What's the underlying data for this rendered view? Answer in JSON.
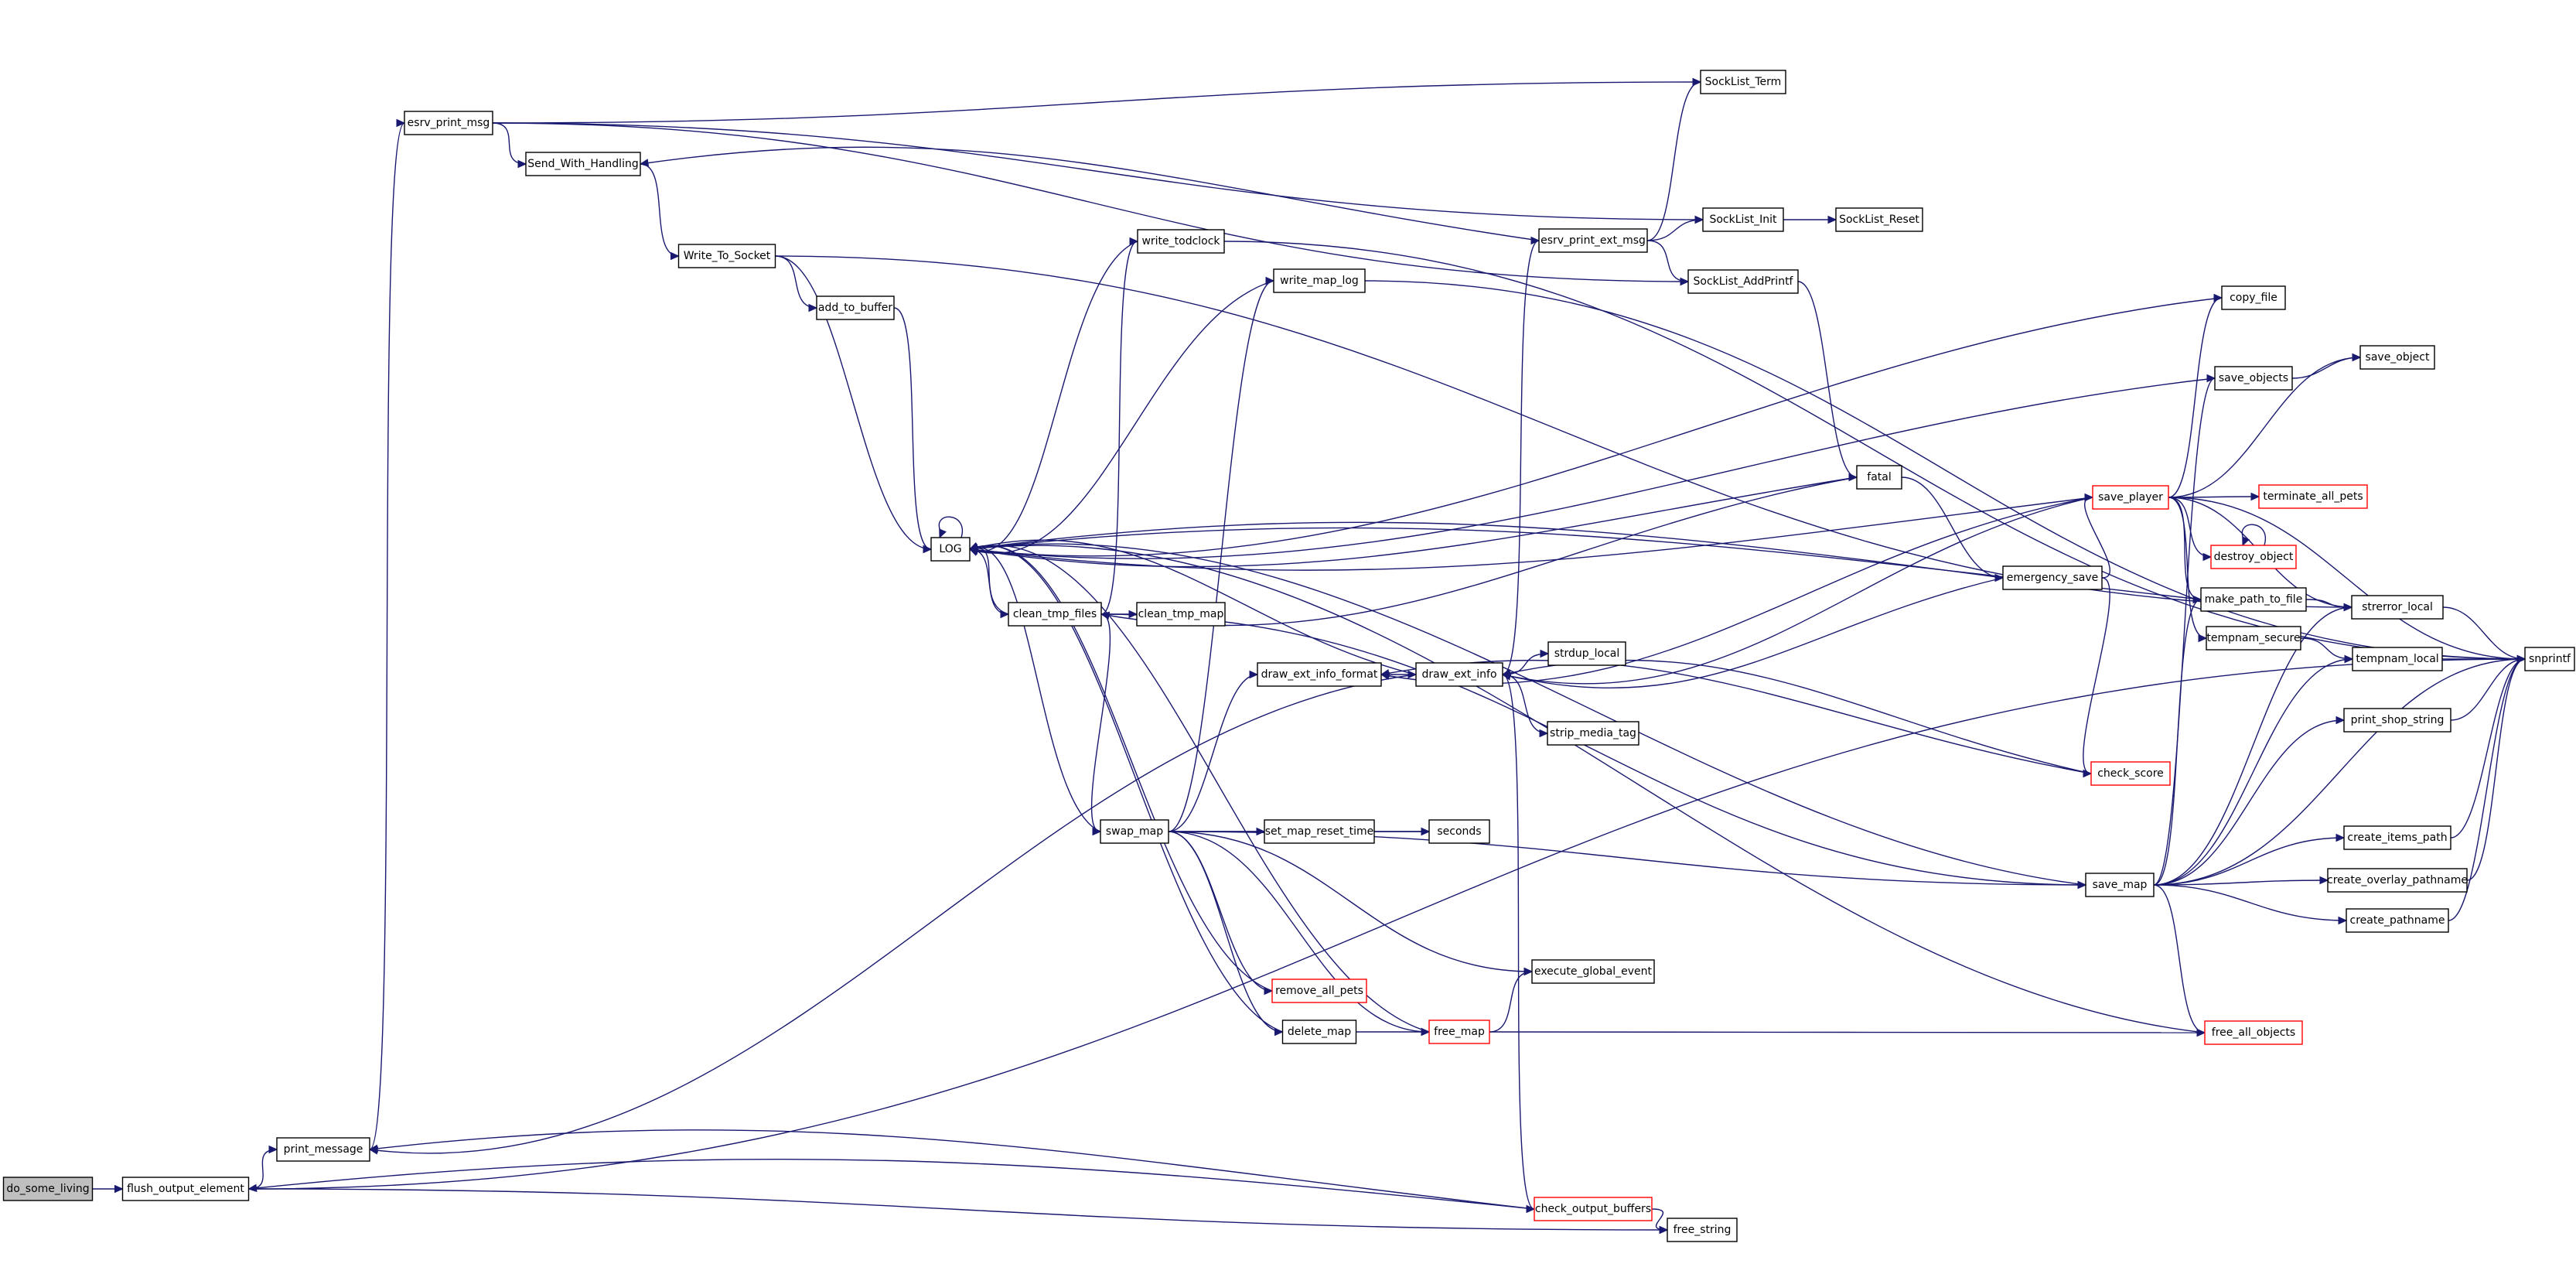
{
  "colors": {
    "edge": "#191970",
    "node_border": "#000000",
    "node_border_truncated": "#ff0000",
    "node_fill": "#ffffff",
    "root_fill": "#bfbfbf"
  },
  "nodes": [
    {
      "id": "do_some_living",
      "label": "do_some_living",
      "style": "root"
    },
    {
      "id": "flush_output_element",
      "label": "flush_output_element",
      "style": "normal"
    },
    {
      "id": "print_message",
      "label": "print_message",
      "style": "normal"
    },
    {
      "id": "esrv_print_msg",
      "label": "esrv_print_msg",
      "style": "normal"
    },
    {
      "id": "Send_With_Handling",
      "label": "Send_With_Handling",
      "style": "normal"
    },
    {
      "id": "Write_To_Socket",
      "label": "Write_To_Socket",
      "style": "normal"
    },
    {
      "id": "add_to_buffer",
      "label": "add_to_buffer",
      "style": "normal"
    },
    {
      "id": "LOG",
      "label": "LOG",
      "style": "normal"
    },
    {
      "id": "write_todclock",
      "label": "write_todclock",
      "style": "normal"
    },
    {
      "id": "write_map_log",
      "label": "write_map_log",
      "style": "normal"
    },
    {
      "id": "clean_tmp_files",
      "label": "clean_tmp_files",
      "style": "normal"
    },
    {
      "id": "clean_tmp_map",
      "label": "clean_tmp_map",
      "style": "normal"
    },
    {
      "id": "swap_map",
      "label": "swap_map",
      "style": "normal"
    },
    {
      "id": "draw_ext_info_format",
      "label": "draw_ext_info_format",
      "style": "normal"
    },
    {
      "id": "draw_ext_info",
      "label": "draw_ext_info",
      "style": "normal"
    },
    {
      "id": "strdup_local",
      "label": "strdup_local",
      "style": "normal"
    },
    {
      "id": "strip_media_tag",
      "label": "strip_media_tag",
      "style": "normal"
    },
    {
      "id": "set_map_reset_time",
      "label": "set_map_reset_time",
      "style": "normal"
    },
    {
      "id": "seconds",
      "label": "seconds",
      "style": "normal"
    },
    {
      "id": "remove_all_pets",
      "label": "remove_all_pets",
      "style": "truncated"
    },
    {
      "id": "delete_map",
      "label": "delete_map",
      "style": "normal"
    },
    {
      "id": "free_map",
      "label": "free_map",
      "style": "truncated"
    },
    {
      "id": "execute_global_event",
      "label": "execute_global_event",
      "style": "normal"
    },
    {
      "id": "check_output_buffers",
      "label": "check_output_buffers",
      "style": "truncated"
    },
    {
      "id": "free_string",
      "label": "free_string",
      "style": "normal"
    },
    {
      "id": "esrv_print_ext_msg",
      "label": "esrv_print_ext_msg",
      "style": "normal"
    },
    {
      "id": "SockList_Term",
      "label": "SockList_Term",
      "style": "normal"
    },
    {
      "id": "SockList_Init",
      "label": "SockList_Init",
      "style": "normal"
    },
    {
      "id": "SockList_Reset",
      "label": "SockList_Reset",
      "style": "normal"
    },
    {
      "id": "SockList_AddPrintf",
      "label": "SockList_AddPrintf",
      "style": "normal"
    },
    {
      "id": "fatal",
      "label": "fatal",
      "style": "normal"
    },
    {
      "id": "emergency_save",
      "label": "emergency_save",
      "style": "normal"
    },
    {
      "id": "check_score",
      "label": "check_score",
      "style": "truncated"
    },
    {
      "id": "save_player",
      "label": "save_player",
      "style": "truncated"
    },
    {
      "id": "copy_file",
      "label": "copy_file",
      "style": "normal"
    },
    {
      "id": "save_objects",
      "label": "save_objects",
      "style": "normal"
    },
    {
      "id": "save_object",
      "label": "save_object",
      "style": "normal"
    },
    {
      "id": "terminate_all_pets",
      "label": "terminate_all_pets",
      "style": "truncated"
    },
    {
      "id": "destroy_object",
      "label": "destroy_object",
      "style": "truncated"
    },
    {
      "id": "make_path_to_file",
      "label": "make_path_to_file",
      "style": "normal"
    },
    {
      "id": "tempnam_secure",
      "label": "tempnam_secure",
      "style": "normal"
    },
    {
      "id": "strerror_local",
      "label": "strerror_local",
      "style": "normal"
    },
    {
      "id": "tempnam_local",
      "label": "tempnam_local",
      "style": "normal"
    },
    {
      "id": "snprintf",
      "label": "snprintf",
      "style": "normal"
    },
    {
      "id": "print_shop_string",
      "label": "print_shop_string",
      "style": "normal"
    },
    {
      "id": "save_map",
      "label": "save_map",
      "style": "normal"
    },
    {
      "id": "create_items_path",
      "label": "create_items_path",
      "style": "normal"
    },
    {
      "id": "create_overlay_pathname",
      "label": "create_overlay_pathname",
      "style": "normal"
    },
    {
      "id": "create_pathname",
      "label": "create_pathname",
      "style": "normal"
    },
    {
      "id": "free_all_objects",
      "label": "free_all_objects",
      "style": "truncated"
    }
  ],
  "edges": [
    [
      "do_some_living",
      "flush_output_element"
    ],
    [
      "flush_output_element",
      "print_message"
    ],
    [
      "flush_output_element",
      "snprintf"
    ],
    [
      "flush_output_element",
      "free_string"
    ],
    [
      "print_message",
      "esrv_print_msg"
    ],
    [
      "esrv_print_msg",
      "Send_With_Handling"
    ],
    [
      "esrv_print_msg",
      "SockList_Term"
    ],
    [
      "esrv_print_msg",
      "SockList_Init"
    ],
    [
      "esrv_print_msg",
      "SockList_AddPrintf"
    ],
    [
      "Send_With_Handling",
      "Write_To_Socket"
    ],
    [
      "Write_To_Socket",
      "add_to_buffer"
    ],
    [
      "Write_To_Socket",
      "LOG"
    ],
    [
      "Write_To_Socket",
      "strerror_local"
    ],
    [
      "add_to_buffer",
      "LOG"
    ],
    [
      "LOG",
      "LOG"
    ],
    [
      "LOG",
      "clean_tmp_files"
    ],
    [
      "write_todclock",
      "LOG"
    ],
    [
      "write_todclock",
      "snprintf"
    ],
    [
      "write_map_log",
      "LOG"
    ],
    [
      "write_map_log",
      "snprintf"
    ],
    [
      "clean_tmp_files",
      "LOG"
    ],
    [
      "clean_tmp_files",
      "write_todclock"
    ],
    [
      "clean_tmp_files",
      "clean_tmp_map"
    ],
    [
      "clean_tmp_files",
      "swap_map"
    ],
    [
      "clean_tmp_files",
      "save_map"
    ],
    [
      "swap_map",
      "LOG"
    ],
    [
      "swap_map",
      "write_map_log"
    ],
    [
      "swap_map",
      "draw_ext_info_format"
    ],
    [
      "swap_map",
      "set_map_reset_time"
    ],
    [
      "swap_map",
      "seconds"
    ],
    [
      "swap_map",
      "remove_all_pets"
    ],
    [
      "swap_map",
      "delete_map"
    ],
    [
      "swap_map",
      "free_map"
    ],
    [
      "swap_map",
      "execute_global_event"
    ],
    [
      "swap_map",
      "save_map"
    ],
    [
      "set_map_reset_time",
      "seconds"
    ],
    [
      "remove_all_pets",
      "LOG"
    ],
    [
      "delete_map",
      "LOG"
    ],
    [
      "delete_map",
      "free_map"
    ],
    [
      "free_map",
      "LOG"
    ],
    [
      "free_map",
      "execute_global_event"
    ],
    [
      "free_map",
      "free_all_objects"
    ],
    [
      "draw_ext_info_format",
      "draw_ext_info"
    ],
    [
      "draw_ext_info",
      "LOG"
    ],
    [
      "draw_ext_info",
      "print_message"
    ],
    [
      "draw_ext_info",
      "esrv_print_ext_msg"
    ],
    [
      "draw_ext_info",
      "strdup_local"
    ],
    [
      "draw_ext_info",
      "strip_media_tag"
    ],
    [
      "draw_ext_info",
      "check_output_buffers"
    ],
    [
      "check_output_buffers",
      "print_message"
    ],
    [
      "check_output_buffers",
      "flush_output_element"
    ],
    [
      "check_output_buffers",
      "free_string"
    ],
    [
      "esrv_print_ext_msg",
      "SockList_Term"
    ],
    [
      "esrv_print_ext_msg",
      "SockList_Init"
    ],
    [
      "esrv_print_ext_msg",
      "SockList_AddPrintf"
    ],
    [
      "esrv_print_ext_msg",
      "Send_With_Handling"
    ],
    [
      "SockList_Init",
      "SockList_Reset"
    ],
    [
      "SockList_AddPrintf",
      "fatal"
    ],
    [
      "fatal",
      "LOG"
    ],
    [
      "fatal",
      "clean_tmp_files"
    ],
    [
      "fatal",
      "emergency_save"
    ],
    [
      "emergency_save",
      "LOG"
    ],
    [
      "emergency_save",
      "save_player"
    ],
    [
      "emergency_save",
      "draw_ext_info"
    ],
    [
      "emergency_save",
      "check_score"
    ],
    [
      "check_score",
      "draw_ext_info"
    ],
    [
      "check_score",
      "draw_ext_info_format"
    ],
    [
      "save_player",
      "LOG"
    ],
    [
      "save_player",
      "draw_ext_info_format"
    ],
    [
      "save_player",
      "draw_ext_info"
    ],
    [
      "save_player",
      "copy_file"
    ],
    [
      "save_player",
      "save_object"
    ],
    [
      "save_player",
      "terminate_all_pets"
    ],
    [
      "save_player",
      "destroy_object"
    ],
    [
      "save_player",
      "make_path_to_file"
    ],
    [
      "save_player",
      "tempnam_secure"
    ],
    [
      "save_player",
      "strerror_local"
    ],
    [
      "save_player",
      "snprintf"
    ],
    [
      "copy_file",
      "LOG"
    ],
    [
      "save_objects",
      "LOG"
    ],
    [
      "save_objects",
      "save_object"
    ],
    [
      "destroy_object",
      "destroy_object"
    ],
    [
      "make_path_to_file",
      "LOG"
    ],
    [
      "make_path_to_file",
      "strerror_local"
    ],
    [
      "tempnam_secure",
      "tempnam_local"
    ],
    [
      "strerror_local",
      "snprintf"
    ],
    [
      "tempnam_local",
      "snprintf"
    ],
    [
      "print_shop_string",
      "snprintf"
    ],
    [
      "save_map",
      "LOG"
    ],
    [
      "save_map",
      "make_path_to_file"
    ],
    [
      "save_map",
      "save_objects"
    ],
    [
      "save_map",
      "strerror_local"
    ],
    [
      "save_map",
      "tempnam_local"
    ],
    [
      "save_map",
      "print_shop_string"
    ],
    [
      "save_map",
      "create_items_path"
    ],
    [
      "save_map",
      "create_overlay_pathname"
    ],
    [
      "save_map",
      "create_pathname"
    ],
    [
      "save_map",
      "free_all_objects"
    ],
    [
      "save_map",
      "snprintf"
    ],
    [
      "create_items_path",
      "snprintf"
    ],
    [
      "create_overlay_pathname",
      "snprintf"
    ],
    [
      "create_pathname",
      "snprintf"
    ],
    [
      "free_all_objects",
      "LOG"
    ]
  ]
}
